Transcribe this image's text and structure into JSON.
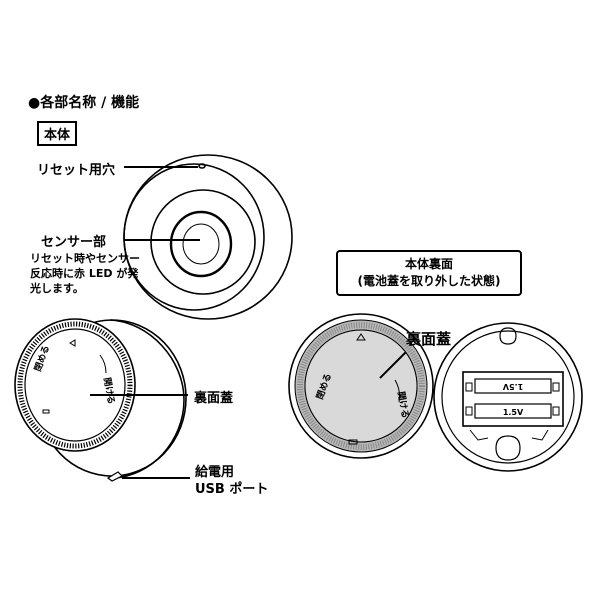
{
  "section_heading": "●各部名称 / 機能",
  "unit_label": "本体",
  "labels": {
    "reset_hole": "リセット用穴",
    "sensor_title": "センサー部",
    "sensor_desc_1": "リセット時やセンサー",
    "sensor_desc_2": "反応時に赤 LED が発",
    "sensor_desc_3": "光します。",
    "back_cover_left": "裏面蓋",
    "usb_1": "給電用",
    "usb_2": "USB ポート",
    "back_title_1": "本体裏面",
    "back_title_2": "(電池蓋を取り外した状態)",
    "back_cover_right": "裏面蓋"
  },
  "cover_marks": {
    "close": "閉める",
    "open": "開ける"
  },
  "batteries": [
    "1.5V",
    "1.5V"
  ]
}
